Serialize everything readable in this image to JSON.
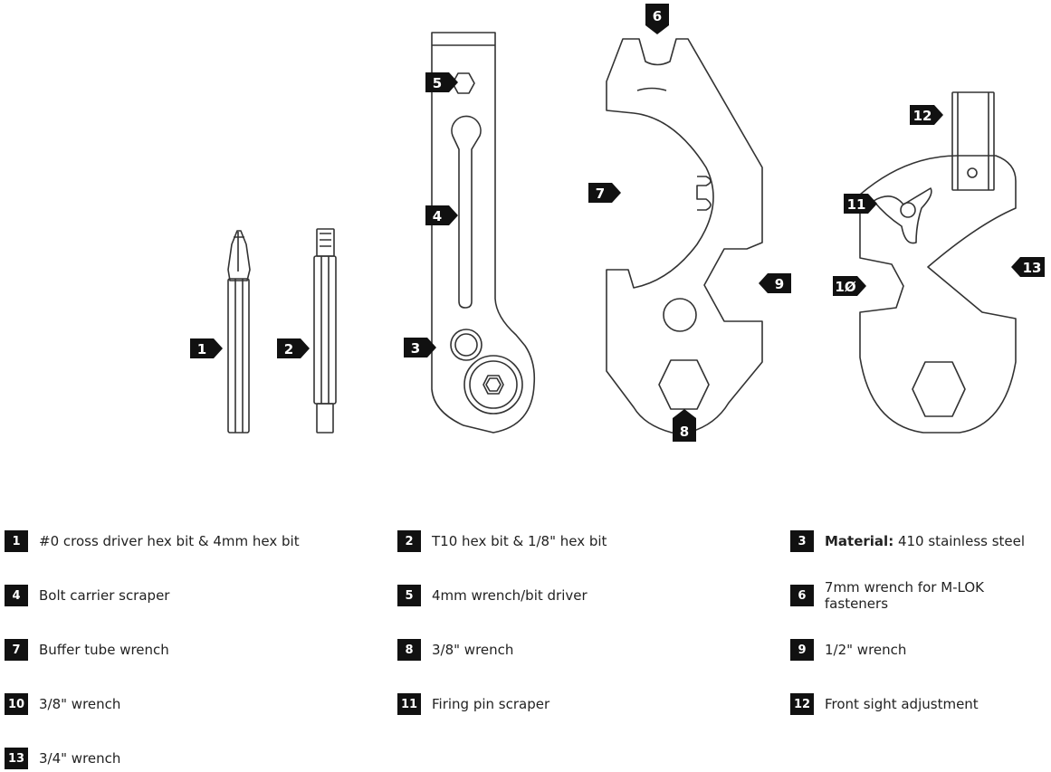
{
  "callouts": [
    "1",
    "2",
    "3",
    "4",
    "5",
    "6",
    "7",
    "8",
    "9",
    "10",
    "11",
    "12",
    "13"
  ],
  "callout_labels": {
    "c1": "1",
    "c2": "2",
    "c3": "3",
    "c4": "4",
    "c5": "5",
    "c6": "6",
    "c7": "7",
    "c8": "8",
    "c9": "9",
    "c10": "1Ø",
    "c11": "11",
    "c12": "12",
    "c13": "13"
  },
  "legend": [
    {
      "num": "1",
      "prefix": "",
      "text": "#0 cross driver hex bit & 4mm hex bit"
    },
    {
      "num": "2",
      "prefix": "",
      "text": "T10 hex bit & 1/8\" hex bit"
    },
    {
      "num": "3",
      "prefix": "Material:",
      "text": " 410 stainless steel"
    },
    {
      "num": "4",
      "prefix": "",
      "text": "Bolt carrier scraper"
    },
    {
      "num": "5",
      "prefix": "",
      "text": "4mm wrench/bit driver"
    },
    {
      "num": "6",
      "prefix": "",
      "text": "7mm wrench for M-LOK fasteners"
    },
    {
      "num": "7",
      "prefix": "",
      "text": "Buffer tube wrench"
    },
    {
      "num": "8",
      "prefix": "",
      "text": "3/8\" wrench"
    },
    {
      "num": "9",
      "prefix": "",
      "text": "1/2\" wrench"
    },
    {
      "num": "10",
      "prefix": "",
      "text": "3/8\" wrench"
    },
    {
      "num": "11",
      "prefix": "",
      "text": "Firing pin scraper"
    },
    {
      "num": "12",
      "prefix": "",
      "text": "Front sight adjustment"
    },
    {
      "num": "13",
      "prefix": "",
      "text": "3/4\" wrench"
    }
  ]
}
